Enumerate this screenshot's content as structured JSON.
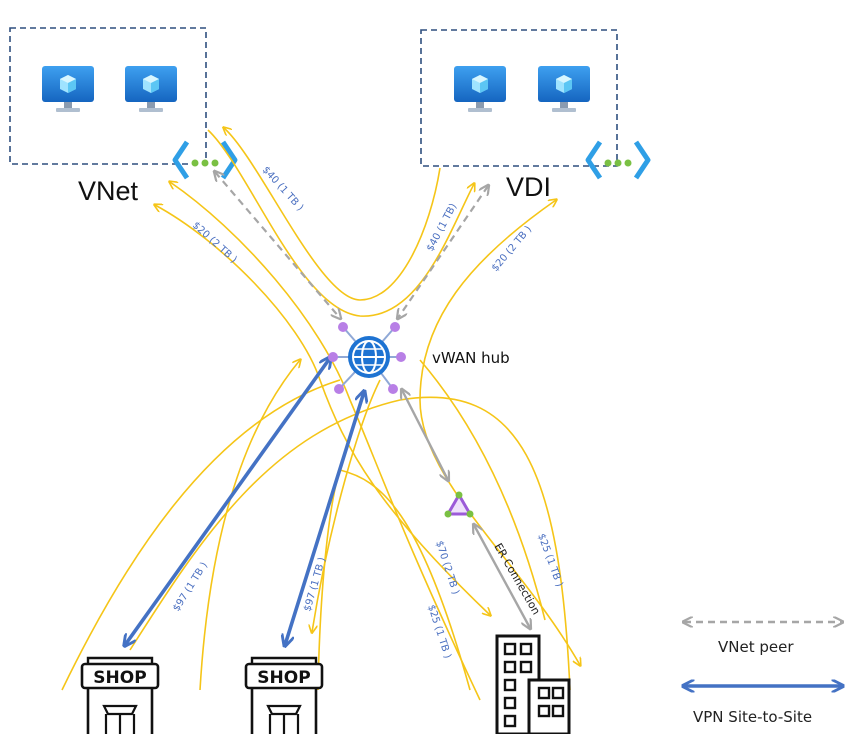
{
  "labels": {
    "vnet": "VNet",
    "vdi": "VDI",
    "hub": "vWAN hub",
    "er_connection": "ER Connection",
    "shop": "SHOP"
  },
  "costs": {
    "vnet_40": "$40 (1 TB )",
    "vnet_20": "$20 (2 TB )",
    "vdi_40": "$40 (1 TB)",
    "vdi_20": "$20 (2 TB )",
    "shop1_97": "$97 (1 TB )",
    "shop2_97": "$97 (1 TB )",
    "office_70": "$70 (2 TB )",
    "office_25a": "$25 (1 TB )",
    "office_25b": "$25 (1 TB )"
  },
  "legend": {
    "vnet_peer": "VNet peer",
    "vpn": "VPN Site-to-Site"
  },
  "colors": {
    "flow": "#f5c518",
    "vpn": "#4472c4",
    "peer": "#a6a6a6",
    "box_border": "#2f4f7f",
    "hub_blue": "#1e73d2",
    "node_purple": "#b87fe6"
  }
}
